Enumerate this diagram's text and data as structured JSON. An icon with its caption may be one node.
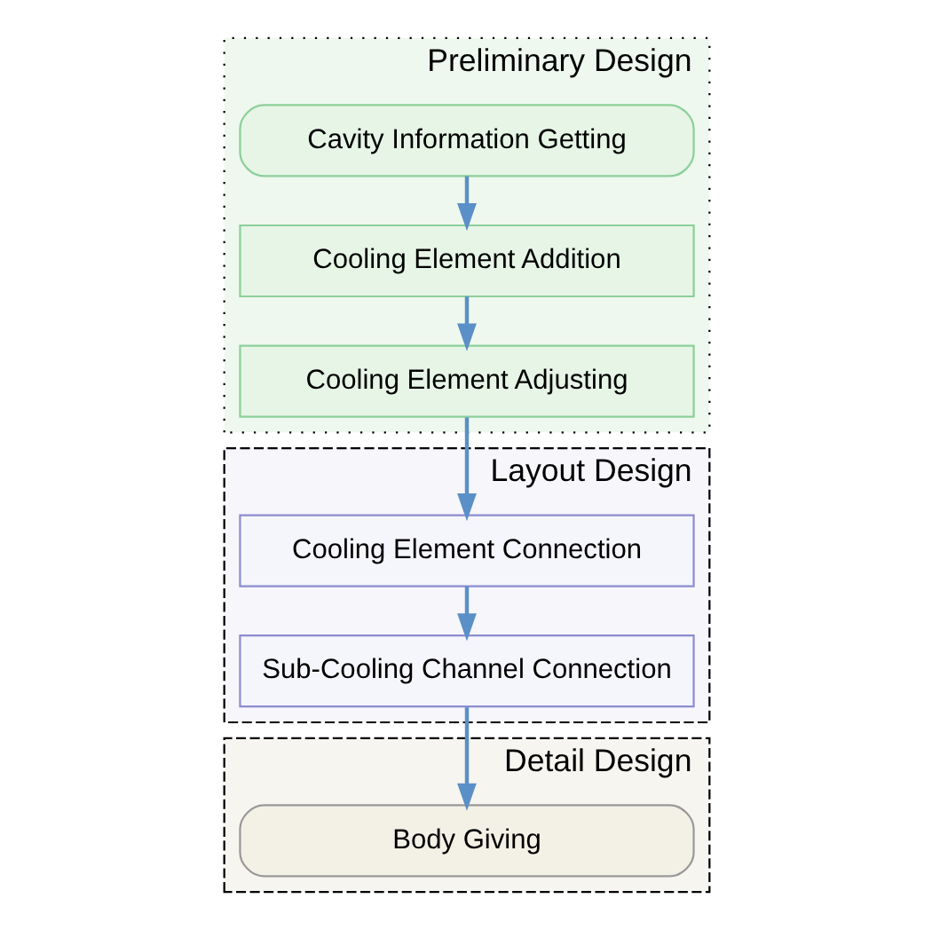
{
  "diagram": {
    "nodes": [
      {
        "text": [
          "Preliminary Design"
        ]
      },
      {
        "text": [
          "Cavity Information Getting"
        ],
        "in": 0
      },
      {
        "text": [
          "Cooling Element Addition"
        ],
        "in": 0
      },
      {
        "text": [
          "Cooling Element Adjusting"
        ],
        "in": 0
      },
      {
        "text": [
          "Layout Design"
        ]
      },
      {
        "text": [
          "Cooling Element Connection"
        ],
        "in": 4
      },
      {
        "text": [
          "Sub-Cooling Channel Connection"
        ],
        "in": 4
      },
      {
        "text": [
          "Detail Design"
        ]
      },
      {
        "text": [
          "Body Giving"
        ],
        "in": 7
      }
    ],
    "edges": [
      {
        "from": 1,
        "to": 2,
        "arrow": "to"
      },
      {
        "from": 2,
        "to": 3,
        "arrow": "to"
      },
      {
        "from": 3,
        "to": 5,
        "arrow": "to"
      },
      {
        "from": 5,
        "to": 6,
        "arrow": "to"
      },
      {
        "from": 6,
        "to": 8,
        "arrow": "to"
      }
    ]
  }
}
